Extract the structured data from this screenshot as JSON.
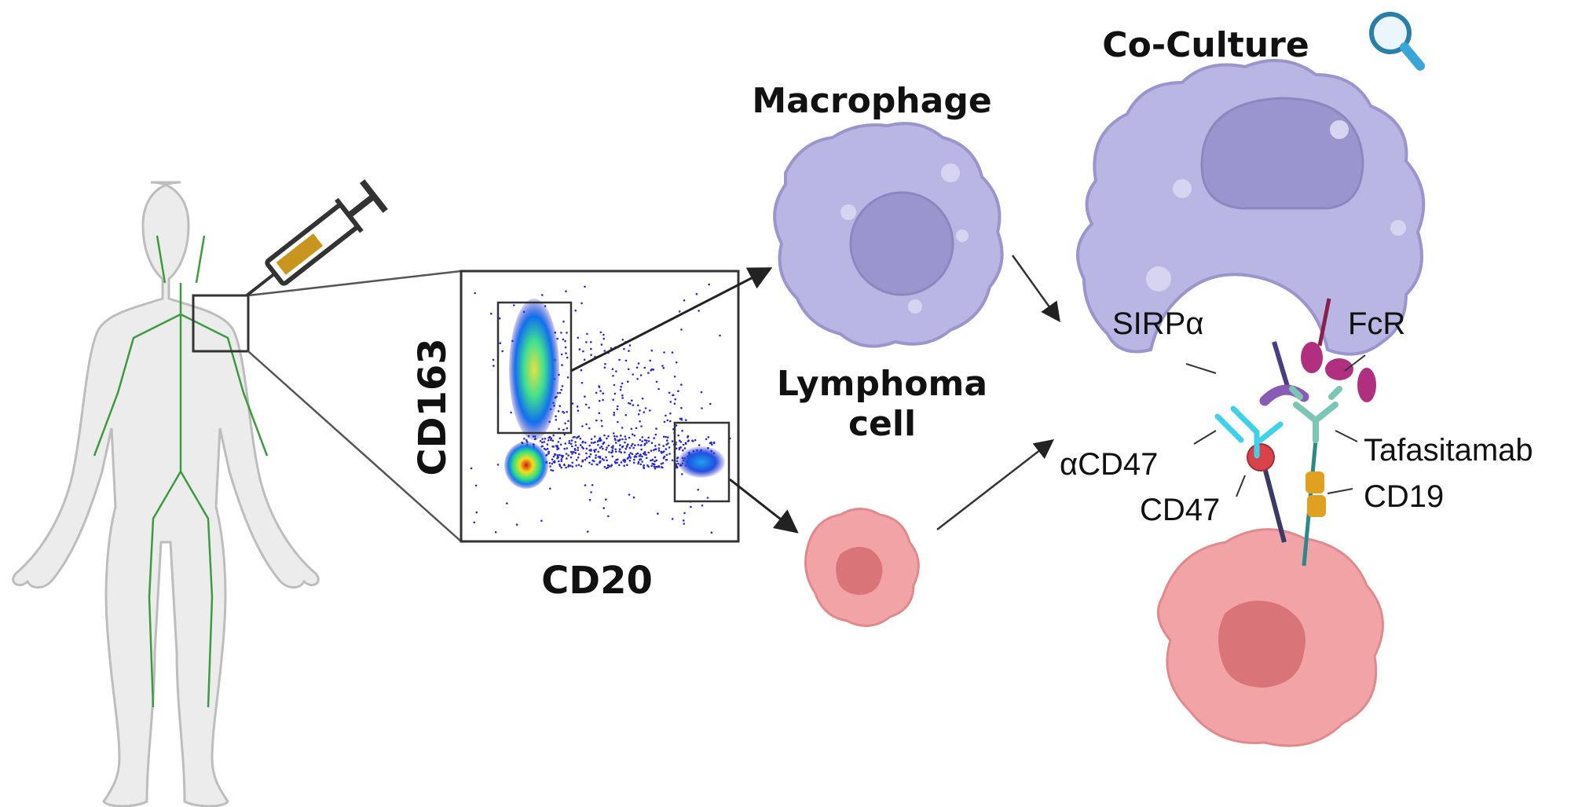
{
  "titles": {
    "macrophage": "Macrophage",
    "lymphoma_line1": "Lymphoma",
    "lymphoma_line2": "cell",
    "coculture": "Co-Culture"
  },
  "flow_plot": {
    "y_axis": "CD163",
    "x_axis": "CD20"
  },
  "labels": {
    "sirpa": "SIRPα",
    "fcr": "FcR",
    "acd47": "αCD47",
    "cd47": "CD47",
    "tafasitamab": "Tafasitamab",
    "cd19": "CD19"
  },
  "colors": {
    "macrophage": "#b9b6e3",
    "macrophage_nucleus": "#9a95cc",
    "lymphoma": "#f2a3a6",
    "lymphoma_nucleus": "#d97479",
    "lymph_vessels": "#3f9a3f",
    "anti_cd47": "#3fd0ea",
    "sirpa": "#8a5bb5",
    "fcr": "#b0307f",
    "tafasitamab": "#7cc6b6",
    "cd19": "#e0a020",
    "cd47": "#d9424a"
  }
}
